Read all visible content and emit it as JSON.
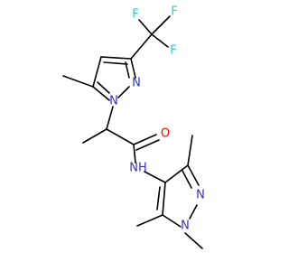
{
  "atoms": {
    "f1": "F",
    "f2": "F",
    "f3": "F",
    "n_pyrazole_a1": "N",
    "n_pyrazole_a2": "N",
    "o_carbonyl": "O",
    "nh_amide": "NH",
    "n_pyrazole_b1": "N",
    "n_pyrazole_b2": "N"
  },
  "colors": {
    "carbon_bond": "#000000",
    "nitrogen": "#3333cc",
    "oxygen": "#ff0000",
    "fluorine": "#33cccc"
  }
}
